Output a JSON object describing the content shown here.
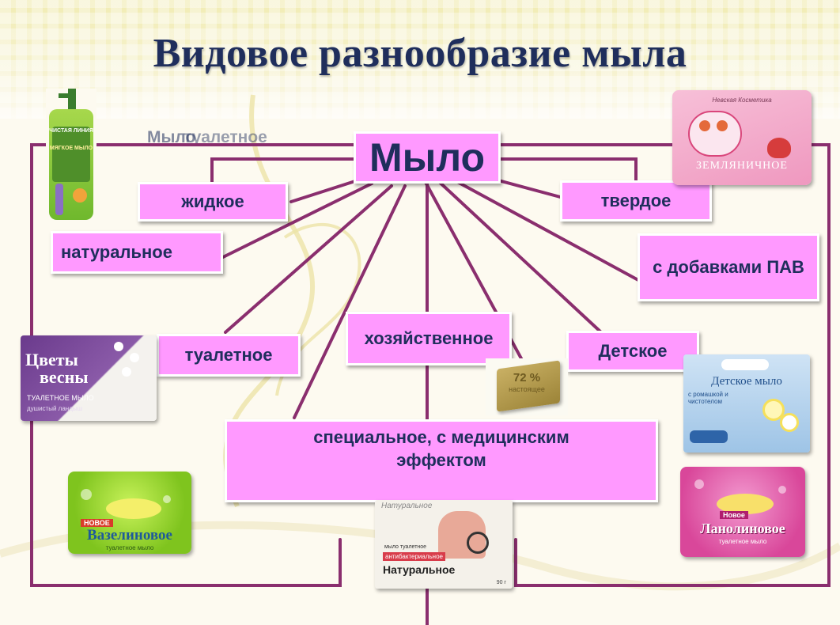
{
  "title": "Видовое разнообразие мыла",
  "center": "Мыло",
  "ghost_label": "Мыло",
  "ghost_label_2": "туалетное",
  "categories": {
    "liquid": "жидкое",
    "solid": "твердое",
    "natural": "натуральное",
    "surfactant": "с добавками ПАВ",
    "toilet": "туалетное",
    "household": "хозяйственное",
    "children": "Детское",
    "medical": "специальное, с медицинским эффектом"
  },
  "products": {
    "liquid_bottle": {
      "brand": "ЧИСТАЯ ЛИНИЯ",
      "label": "МЯГКОЕ МЫЛО"
    },
    "strawberry": {
      "label": "ЗЕМЛЯНИЧНОЕ",
      "maker": "Невская Косметика"
    },
    "tsvety_vesny": {
      "line1": "Цветы",
      "line2": "весны",
      "sub": "ТУАЛЕТНОЕ МЫЛО",
      "sub2": "душистый ландыш"
    },
    "household_bar": {
      "label": "72 %",
      "sub": "настоящее"
    },
    "detskoe": {
      "label": "Детское мыло",
      "sub": "с ромашкой и чистотелом"
    },
    "vazelinovoe": {
      "badge": "НОВОЕ",
      "label": "Вазелиновое",
      "sub": "туалетное мыло"
    },
    "naturalnoe": {
      "top": "Натуральное",
      "small": "мыло туалетное",
      "tag": "антибактериальное",
      "label": "Натуральное",
      "weight": "90 г"
    },
    "lanolinovoe": {
      "badge": "Новое",
      "label": "Ланолиновое",
      "sub": "туалетное мыло"
    }
  },
  "colors": {
    "box_fill": "#ff99ff",
    "line": "#8a2e6e",
    "title": "#1f2e5c"
  }
}
